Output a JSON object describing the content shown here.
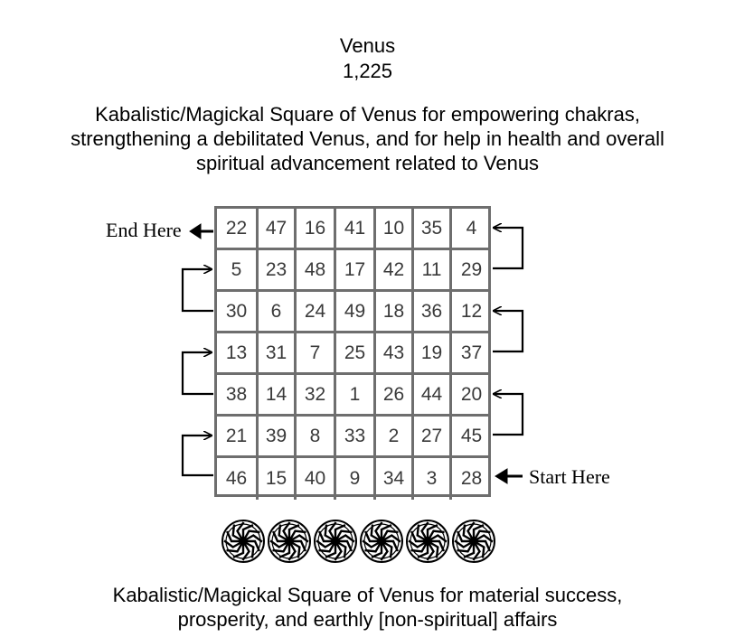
{
  "title": "Venus",
  "number": "1,225",
  "top_caption": [
    "Kabalistic/Magickal Square of Venus for empowering chakras,",
    "strengthening a debilitated Venus, and for help in health and overall",
    "spiritual advancement related to Venus"
  ],
  "square": [
    [
      "22",
      "47",
      "16",
      "41",
      "10",
      "35",
      "4"
    ],
    [
      "5",
      "23",
      "48",
      "17",
      "42",
      "11",
      "29"
    ],
    [
      "30",
      "6",
      "24",
      "49",
      "18",
      "36",
      "12"
    ],
    [
      "13",
      "31",
      "7",
      "25",
      "43",
      "19",
      "37"
    ],
    [
      "38",
      "14",
      "32",
      "1",
      "26",
      "44",
      "20"
    ],
    [
      "21",
      "39",
      "8",
      "33",
      "2",
      "27",
      "45"
    ],
    [
      "46",
      "15",
      "40",
      "9",
      "34",
      "3",
      "28"
    ]
  ],
  "end_label": "End Here",
  "start_label": "Start Here",
  "wheel_icon": "black-sun-wheel-icon",
  "wheel_count": 6,
  "bottom_caption": [
    "Kabalistic/Magickal Square of Venus for material success,",
    "prosperity, and earthly [non-spiritual] affairs"
  ]
}
